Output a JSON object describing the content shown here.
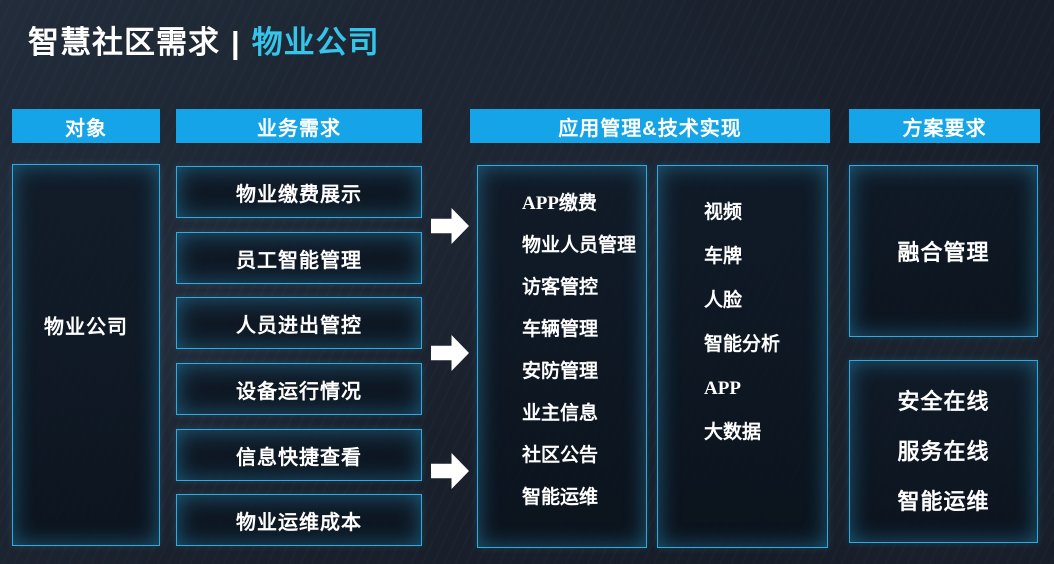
{
  "title": {
    "main": "智慧社区需求",
    "separator": "|",
    "highlight": "物业公司"
  },
  "colors": {
    "background": "#1a212d",
    "header_bar": "#14a4e7",
    "box_border": "#2fabdf",
    "title_highlight": "#35c5ea",
    "arrow": "#ffffff",
    "text_primary": "#ffffff"
  },
  "icons": {
    "flow_arrow": "block-right-arrow ➔"
  },
  "columns": {
    "object": {
      "header": "对象",
      "box_label": "物业公司"
    },
    "business": {
      "header": "业务需求",
      "items": [
        "物业缴费展示",
        "员工智能管理",
        "人员进出管控",
        "设备运行情况",
        "信息快捷查看",
        "物业运维成本"
      ]
    },
    "application": {
      "header": "应用管理&技术实现",
      "app_items": [
        "APP缴费",
        "物业人员管理",
        "访客管控",
        "车辆管理",
        "安防管理",
        "业主信息",
        "社区公告",
        "智能运维"
      ],
      "tech_items": [
        "视频",
        "车牌",
        "人脸",
        "智能分析",
        "APP",
        "大数据"
      ]
    },
    "solution": {
      "header": "方案要求",
      "box1_label": "融合管理",
      "box2_lines": [
        "安全在线",
        "服务在线",
        "智能运维"
      ]
    }
  }
}
